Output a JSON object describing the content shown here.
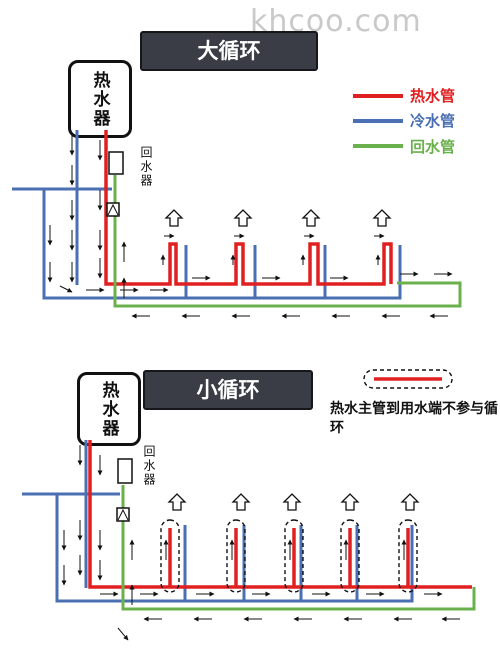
{
  "watermark": "khcoo.com",
  "top": {
    "title": "大循环",
    "heater": "热水器",
    "return_label": "回水器"
  },
  "legend": {
    "hot": "热水管",
    "cold": "冷水管",
    "return": "回水管",
    "hot_color": "#e02020",
    "cold_color": "#4a6fb3",
    "return_color": "#6ab04c"
  },
  "bottom": {
    "title": "小循环",
    "heater": "热水器",
    "return_label": "回水器",
    "note": "热水主管到用水端不参与循环"
  }
}
